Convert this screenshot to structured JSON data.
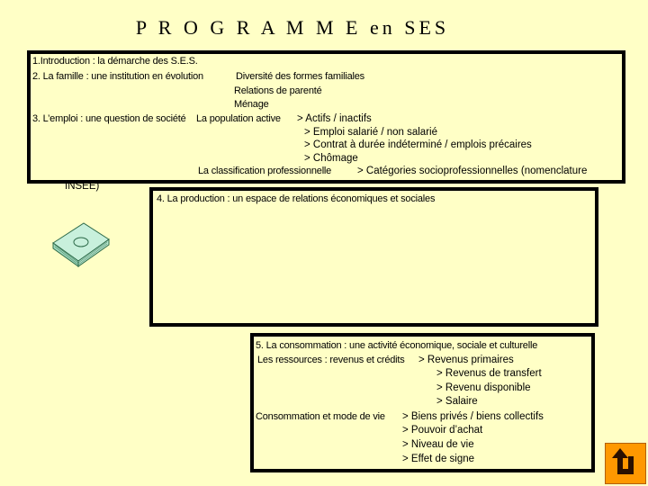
{
  "title": "P R O G R A M M E  en  SES",
  "box1": {
    "s1": "1.Introduction : la démarche des S.E.S.",
    "s2": "2. La famille : une institution en évolution",
    "s2_items": [
      "Diversité des formes familiales",
      "Relations de parenté",
      "Ménage"
    ],
    "s3": "3. L’emploi : une question de société",
    "s3_sub": "La population active",
    "s3_items": [
      "> Actifs / inactifs",
      "> Emploi salarié / non salarié",
      "> Contrat à durée indéterminé / emplois précaires",
      "> Chômage"
    ],
    "s3_class": "La classification professionnelle",
    "s3_class_item": "> Catégories socioprofessionnelles (nomenclature",
    "s3_class_cont": "INSEE)"
  },
  "box2": {
    "s4": "4. La production : un espace de relations économiques et sociales"
  },
  "box3": {
    "s5": "5. La consommation : une activité économique, sociale et culturelle",
    "res_label": "Les ressources : revenus et crédits",
    "res_items": [
      "> Revenus primaires",
      "> Revenus de transfert",
      "> Revenu disponible",
      "> Salaire"
    ],
    "cons_label": "Consommation et mode de vie",
    "cons_items": [
      "> Biens privés / biens collectifs",
      "> Pouvoir d’achat",
      "> Niveau de vie",
      "> Effet de signe"
    ]
  },
  "icons": {
    "money": "money-stack-icon",
    "nav": "return-arrow-icon"
  },
  "colors": {
    "background": "#ffffc6",
    "nav_button": "#ff9800"
  }
}
